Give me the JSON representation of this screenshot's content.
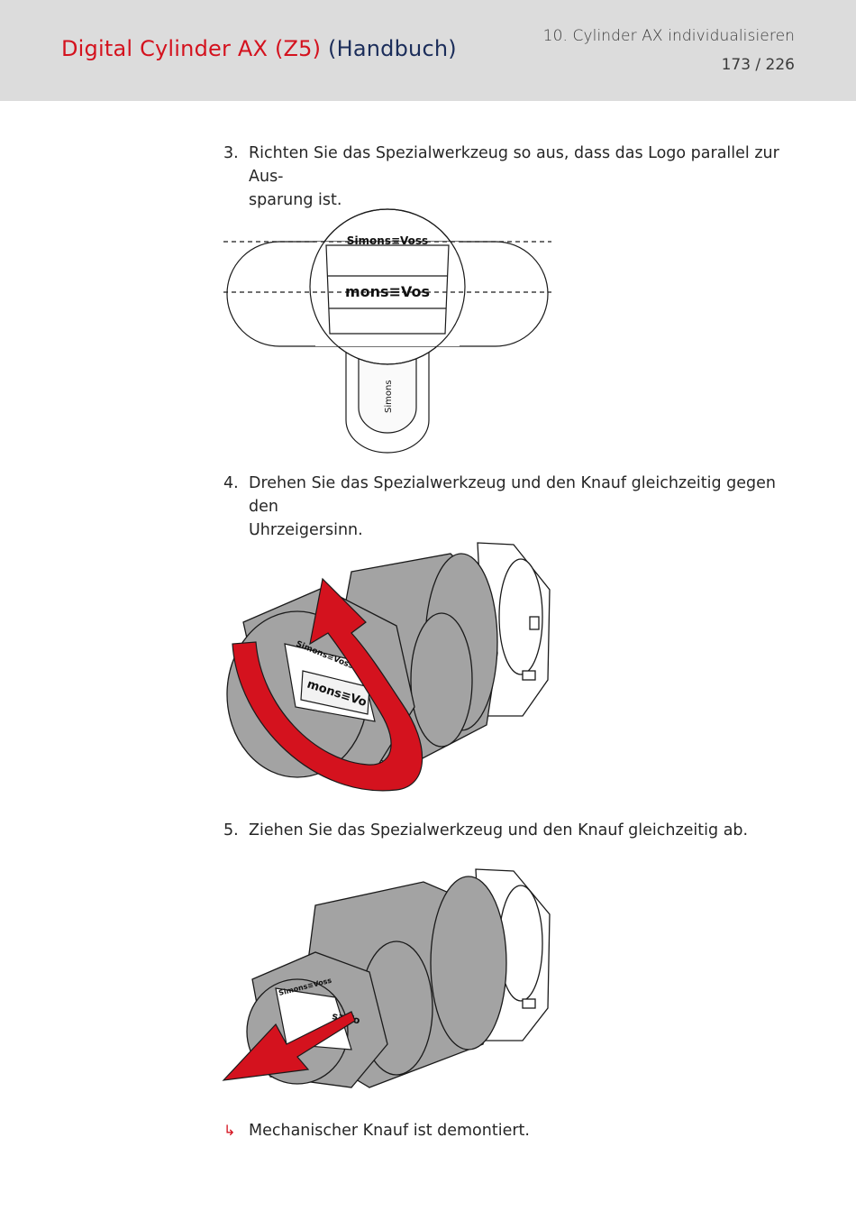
{
  "header": {
    "title_product": "Digital Cylinder AX (Z5)",
    "title_suffix": "(Handbuch)",
    "chapter": "10. Cylinder AX individualisieren",
    "page": "173 / 226"
  },
  "steps": [
    {
      "num": "3.",
      "line1": "Richten Sie das Spezialwerkzeug so aus, dass das Logo parallel zur Aus-",
      "line2": "sparung ist."
    },
    {
      "num": "4.",
      "line1": "Drehen Sie das Spezialwerkzeug und den Knauf gleichzeitig gegen den",
      "line2": "Uhrzeigersinn."
    },
    {
      "num": "5.",
      "line1": "Ziehen Sie das Spezialwerkzeug und den Knauf gleichzeitig ab."
    }
  ],
  "result": {
    "arrow": "↳",
    "text": "Mechanischer Knauf ist demontiert."
  },
  "figures": {
    "fig1_logo_top": "Simons≡Voss",
    "fig1_logo_mid": "mons≡Vos",
    "fig1_logo_shaft": "Simons",
    "fig2_logo_a": "Simons≡Voss",
    "fig2_logo_b": "mons≡Vo",
    "fig3_logo_a": "Simons≡Voss",
    "fig3_logo_b": "s≡Vo"
  },
  "colors": {
    "brand_red": "#d4121e",
    "brand_blue": "#1b2d5a",
    "header_bg": "#dcdcdc",
    "tool_gray": "#a3a3a3"
  }
}
